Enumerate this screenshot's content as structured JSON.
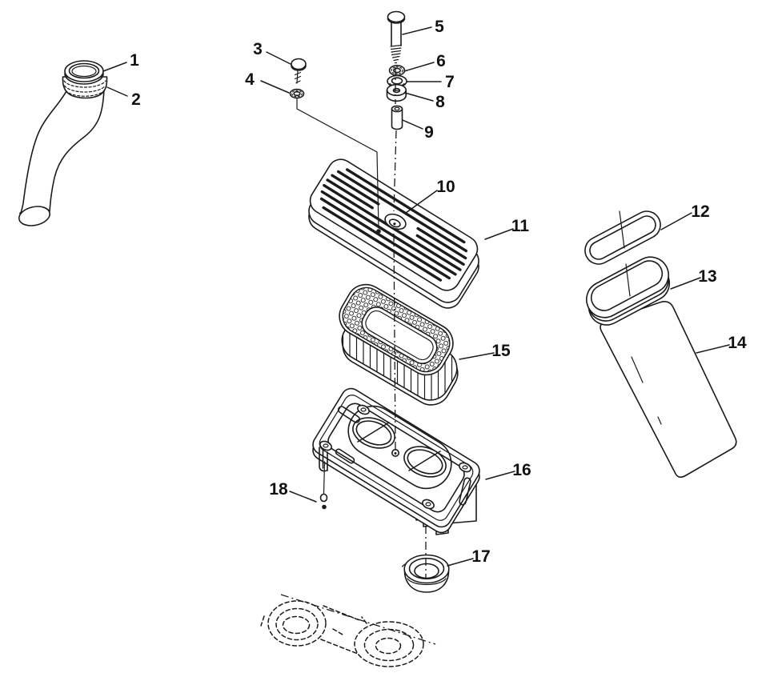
{
  "figure": {
    "background_color": "#ffffff",
    "line_color": "#1b1b1b"
  },
  "callouts": [
    {
      "number": "1"
    },
    {
      "number": "2"
    },
    {
      "number": "3"
    },
    {
      "number": "4"
    },
    {
      "number": "5"
    },
    {
      "number": "6"
    },
    {
      "number": "7"
    },
    {
      "number": "8"
    },
    {
      "number": "9"
    },
    {
      "number": "10"
    },
    {
      "number": "11"
    },
    {
      "number": "12"
    },
    {
      "number": "13"
    },
    {
      "number": "14"
    },
    {
      "number": "15"
    },
    {
      "number": "16"
    },
    {
      "number": "17"
    },
    {
      "number": "18"
    }
  ]
}
